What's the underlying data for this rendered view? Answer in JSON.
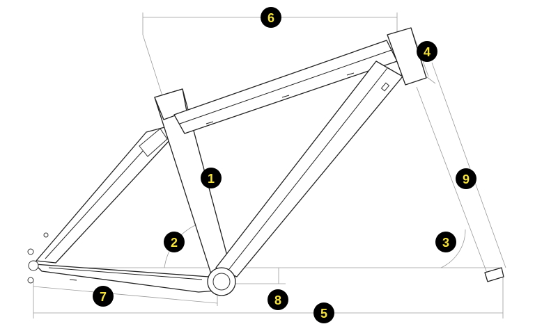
{
  "diagram": {
    "callouts": [
      {
        "id": "c1",
        "label": "1"
      },
      {
        "id": "c2",
        "label": "2"
      },
      {
        "id": "c3",
        "label": "3"
      },
      {
        "id": "c4",
        "label": "4"
      },
      {
        "id": "c5",
        "label": "5"
      },
      {
        "id": "c6",
        "label": "6"
      },
      {
        "id": "c7",
        "label": "7"
      },
      {
        "id": "c8",
        "label": "8"
      },
      {
        "id": "c9",
        "label": "9"
      }
    ],
    "colors": {
      "badge_fill": "#000000",
      "badge_text": "#f5e23a",
      "line": "#222222",
      "dimension": "#9a9a9a"
    }
  }
}
